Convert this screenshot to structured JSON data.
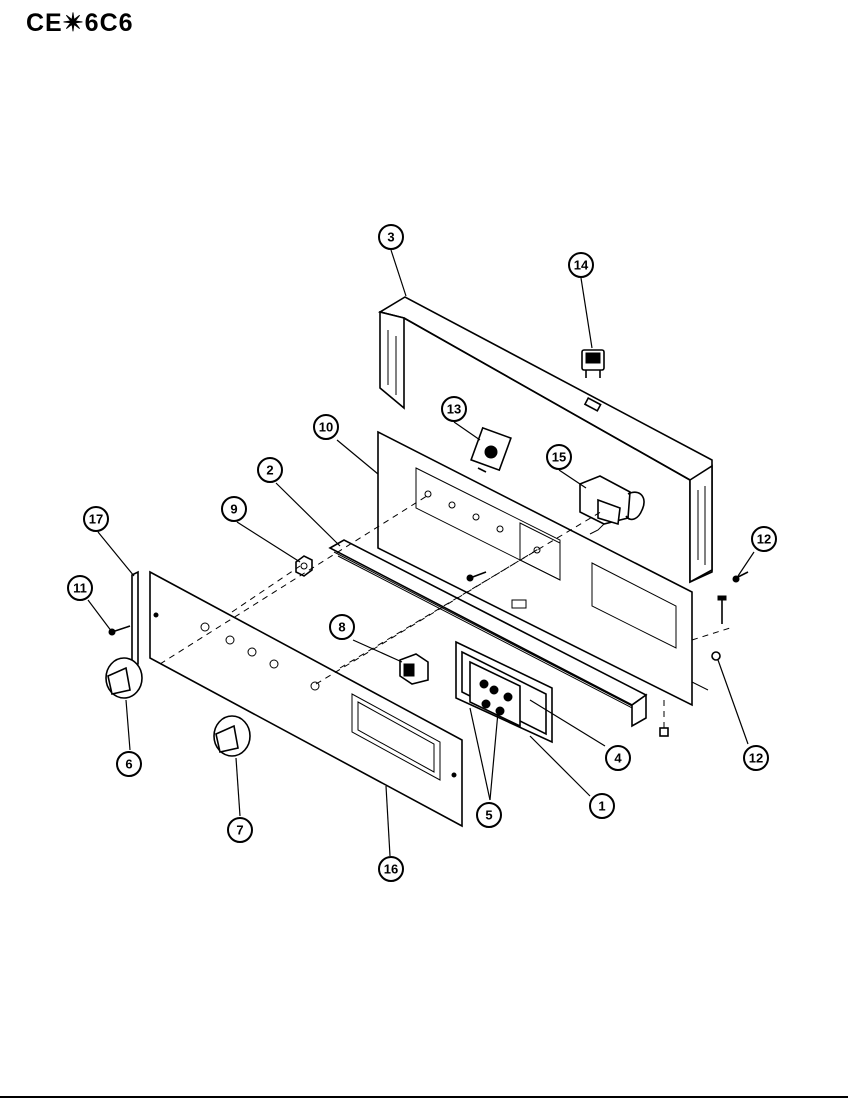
{
  "header": {
    "model_code": "CE✴6C6"
  },
  "callouts": [
    {
      "id": "c1",
      "label": "1"
    },
    {
      "id": "c2",
      "label": "2"
    },
    {
      "id": "c3",
      "label": "3"
    },
    {
      "id": "c4",
      "label": "4"
    },
    {
      "id": "c5",
      "label": "5"
    },
    {
      "id": "c6",
      "label": "6"
    },
    {
      "id": "c7",
      "label": "7"
    },
    {
      "id": "c8",
      "label": "8"
    },
    {
      "id": "c9",
      "label": "9"
    },
    {
      "id": "c10",
      "label": "10"
    },
    {
      "id": "c11",
      "label": "11"
    },
    {
      "id": "c12a",
      "label": "12"
    },
    {
      "id": "c12b",
      "label": "12"
    },
    {
      "id": "c13",
      "label": "13"
    },
    {
      "id": "c14",
      "label": "14"
    },
    {
      "id": "c15",
      "label": "15"
    },
    {
      "id": "c16",
      "label": "16"
    },
    {
      "id": "c17",
      "label": "17"
    }
  ]
}
